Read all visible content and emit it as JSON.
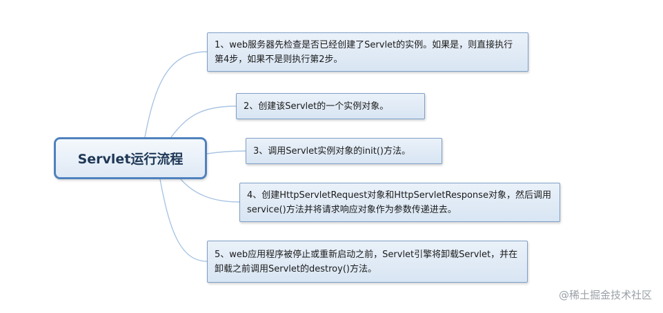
{
  "root": {
    "label": "Servlet运行流程"
  },
  "steps": [
    {
      "text": "1、web服务器先检查是否已经创建了Servlet的实例。如果是，则直接执行第4步，如果不是则执行第2步。"
    },
    {
      "text": "2、创建该Servlet的一个实例对象。"
    },
    {
      "text": "3、调用Servlet实例对象的init()方法。"
    },
    {
      "text": "4、创建HttpServletRequest对象和HttpServletResponse对象，然后调用service()方法并将请求响应对象作为参数传递进去。"
    },
    {
      "text": "5、web应用程序被停止或重新启动之前，Servlet引擎将卸载Servlet，并在卸载之前调用Servlet的destroy()方法。"
    }
  ],
  "watermark": {
    "text": "@稀土掘金技术社区"
  },
  "colors": {
    "root_border": "#4f81bd",
    "topic_border": "#7d9ec6",
    "connector": "#a9c4e3"
  }
}
